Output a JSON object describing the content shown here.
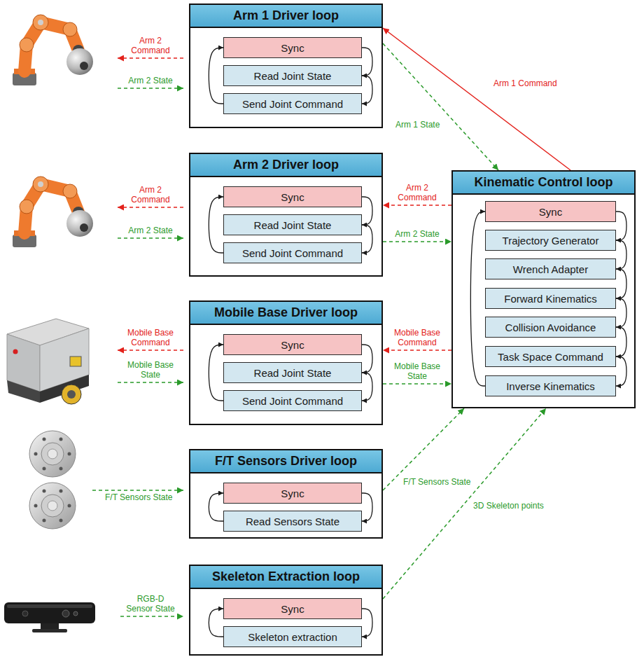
{
  "diagram": {
    "nodes": [
      {
        "text": [
          "Arm 1 Driver loop"
        ]
      },
      {
        "text": [
          "Sync"
        ],
        "in": 0
      },
      {
        "text": [
          "Read Joint State"
        ],
        "in": 0
      },
      {
        "text": [
          "Send Joint Command"
        ],
        "in": 0
      },
      {
        "text": [
          "Arm 2 Driver loop"
        ]
      },
      {
        "text": [
          "Sync"
        ],
        "in": 4
      },
      {
        "text": [
          "Read Joint State"
        ],
        "in": 4
      },
      {
        "text": [
          "Send Joint Command"
        ],
        "in": 4
      },
      {
        "text": [
          "Kinematic Control loop"
        ]
      },
      {
        "text": [
          "Sync"
        ],
        "in": 8
      },
      {
        "text": [
          "Trajectory Generator"
        ],
        "in": 8
      },
      {
        "text": [
          "Wrench Adapter"
        ],
        "in": 8
      },
      {
        "text": [
          "Forward Kinematics"
        ],
        "in": 8
      },
      {
        "text": [
          "Collision Avoidance"
        ],
        "in": 8
      },
      {
        "text": [
          "Task Space Command"
        ],
        "in": 8
      },
      {
        "text": [
          "Inverse Kinematics"
        ],
        "in": 8
      },
      {
        "text": [
          "Mobile Base Driver loop"
        ]
      },
      {
        "text": [
          "Sync"
        ],
        "in": 16
      },
      {
        "text": [
          "Read Joint State"
        ],
        "in": 16
      },
      {
        "text": [
          "Send Joint Command"
        ],
        "in": 16
      },
      {
        "text": [
          "F/T Sensors Driver loop"
        ]
      },
      {
        "text": [
          "Sync"
        ],
        "in": 20
      },
      {
        "text": [
          "Read Sensors State"
        ],
        "in": 20
      },
      {
        "text": [
          "Skeleton Extraction loop"
        ]
      },
      {
        "text": [
          "Sync"
        ],
        "in": 23
      },
      {
        "text": [
          "Skeleton extraction"
        ],
        "in": 23
      }
    ],
    "edges": [
      {
        "from": 8,
        "to": 0,
        "arrow": "to",
        "label": "Arm 1 Command"
      },
      {
        "from": 0,
        "to": 8,
        "arrow": "to",
        "label": "Arm 1 State"
      },
      {
        "from": 8,
        "to": 4,
        "arrow": "to",
        "label": "Arm 2 Command"
      },
      {
        "from": 4,
        "to": 8,
        "arrow": "to",
        "label": "Arm 2 State"
      },
      {
        "from": 8,
        "to": 16,
        "arrow": "to",
        "label": "Mobile Base Command"
      },
      {
        "from": 16,
        "to": 8,
        "arrow": "to",
        "label": "Mobile Base State"
      },
      {
        "from": 20,
        "to": 8,
        "arrow": "to",
        "label": "F/T Sensors State"
      },
      {
        "from": 23,
        "to": 8,
        "arrow": "to",
        "label": "3D Skeleton points"
      },
      {
        "from": 1,
        "to": 2,
        "arrow": "to"
      },
      {
        "from": 2,
        "to": 3,
        "arrow": "to"
      },
      {
        "from": 3,
        "to": 1,
        "arrow": "to"
      },
      {
        "from": 5,
        "to": 6,
        "arrow": "to"
      },
      {
        "from": 6,
        "to": 7,
        "arrow": "to"
      },
      {
        "from": 7,
        "to": 5,
        "arrow": "to"
      },
      {
        "from": 9,
        "to": 10,
        "arrow": "to"
      },
      {
        "from": 10,
        "to": 11,
        "arrow": "to"
      },
      {
        "from": 11,
        "to": 12,
        "arrow": "to"
      },
      {
        "from": 12,
        "to": 13,
        "arrow": "to"
      },
      {
        "from": 13,
        "to": 14,
        "arrow": "to"
      },
      {
        "from": 14,
        "to": 15,
        "arrow": "to"
      },
      {
        "from": 15,
        "to": 9,
        "arrow": "to"
      },
      {
        "from": 17,
        "to": 18,
        "arrow": "to"
      },
      {
        "from": 18,
        "to": 19,
        "arrow": "to"
      },
      {
        "from": 19,
        "to": 17,
        "arrow": "to"
      },
      {
        "from": 21,
        "to": 22,
        "arrow": "to"
      },
      {
        "from": 22,
        "to": 21,
        "arrow": "to"
      },
      {
        "from": 24,
        "to": 25,
        "arrow": "to"
      },
      {
        "from": 25,
        "to": 24,
        "arrow": "to"
      }
    ],
    "labels": [
      "Arm 2 Command",
      "Arm 2 State",
      "Arm 2 Command",
      "Arm 2 State",
      "Mobile Base Command",
      "Mobile Base State",
      "F/T Sensors State",
      "RGB-D Sensor State"
    ]
  }
}
